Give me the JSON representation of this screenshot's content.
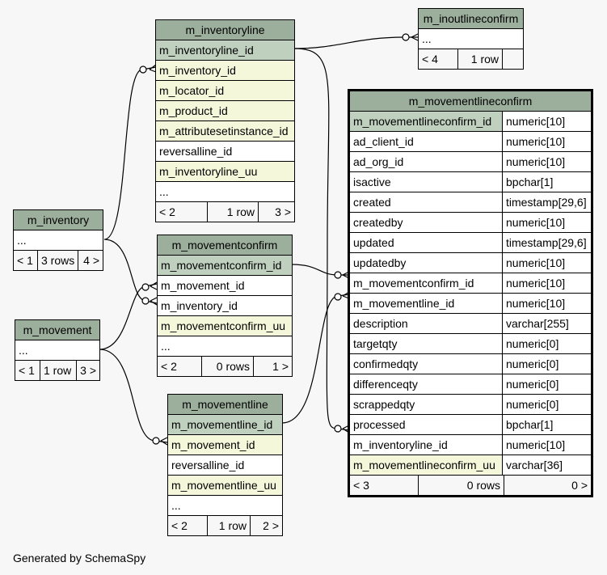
{
  "tables": {
    "m_inventoryline": {
      "title": "m_inventoryline",
      "columns": [
        "m_inventoryline_id",
        "m_inventory_id",
        "m_locator_id",
        "m_product_id",
        "m_attributesetinstance_id",
        "reversalline_id",
        "m_inventoryline_uu",
        "..."
      ],
      "footer": [
        "< 2",
        "1 row",
        "3 >"
      ]
    },
    "m_inoutlineconfirm": {
      "title": "m_inoutlineconfirm",
      "columns": [
        "..."
      ],
      "footer": [
        "< 4",
        "1 row",
        ""
      ]
    },
    "m_inventory": {
      "title": "m_inventory",
      "columns": [
        "..."
      ],
      "footer": [
        "< 1",
        "3 rows",
        "4 >"
      ]
    },
    "m_movementconfirm": {
      "title": "m_movementconfirm",
      "columns": [
        "m_movementconfirm_id",
        "m_movement_id",
        "m_inventory_id",
        "m_movementconfirm_uu",
        "..."
      ],
      "footer": [
        "< 2",
        "0 rows",
        "1 >"
      ]
    },
    "m_movement": {
      "title": "m_movement",
      "columns": [
        "..."
      ],
      "footer": [
        "< 1",
        "1 row",
        "3 >"
      ]
    },
    "m_movementline": {
      "title": "m_movementline",
      "columns": [
        "m_movementline_id",
        "m_movement_id",
        "reversalline_id",
        "m_movementline_uu",
        "..."
      ],
      "footer": [
        "< 2",
        "1 row",
        "2 >"
      ]
    },
    "m_movementlineconfirm": {
      "title": "m_movementlineconfirm",
      "columns": [
        {
          "name": "m_movementlineconfirm_id",
          "type": "numeric[10]"
        },
        {
          "name": "ad_client_id",
          "type": "numeric[10]"
        },
        {
          "name": "ad_org_id",
          "type": "numeric[10]"
        },
        {
          "name": "isactive",
          "type": "bpchar[1]"
        },
        {
          "name": "created",
          "type": "timestamp[29,6]"
        },
        {
          "name": "createdby",
          "type": "numeric[10]"
        },
        {
          "name": "updated",
          "type": "timestamp[29,6]"
        },
        {
          "name": "updatedby",
          "type": "numeric[10]"
        },
        {
          "name": "m_movementconfirm_id",
          "type": "numeric[10]"
        },
        {
          "name": "m_movementline_id",
          "type": "numeric[10]"
        },
        {
          "name": "description",
          "type": "varchar[255]"
        },
        {
          "name": "targetqty",
          "type": "numeric[0]"
        },
        {
          "name": "confirmedqty",
          "type": "numeric[0]"
        },
        {
          "name": "differenceqty",
          "type": "numeric[0]"
        },
        {
          "name": "scrappedqty",
          "type": "numeric[0]"
        },
        {
          "name": "processed",
          "type": "bpchar[1]"
        },
        {
          "name": "m_inventoryline_id",
          "type": "numeric[10]"
        },
        {
          "name": "m_movementlineconfirm_uu",
          "type": "varchar[36]"
        }
      ],
      "footer": [
        "< 3",
        "0 rows",
        "0 >"
      ]
    }
  },
  "colors": {
    "header": "#9cae9c",
    "primary_key": "#bfd0bf",
    "foreign_key": "#f4f7da",
    "background": "#f7f7f7"
  },
  "credit": "Generated by SchemaSpy"
}
